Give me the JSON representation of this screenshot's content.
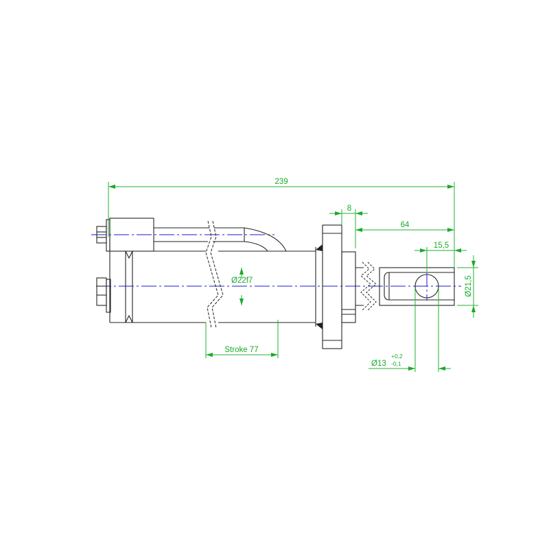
{
  "drawing": {
    "title": "Hydraulic cylinder dimension drawing",
    "colors": {
      "outline": "#222222",
      "dimension": "#1aaa2a",
      "centerline": "#1a1ad0"
    },
    "dimensions": {
      "overall_length": "239",
      "flange_width": "8",
      "rod_length": "64",
      "hole_offset": "15,5",
      "clevis_diameter": "Ø21,5",
      "bore_diameter": "Ø22f7",
      "stroke": "Stroke 77",
      "hole_diameter": "Ø13",
      "hole_tol_upper": "+0,2",
      "hole_tol_lower": "-0,1"
    }
  }
}
